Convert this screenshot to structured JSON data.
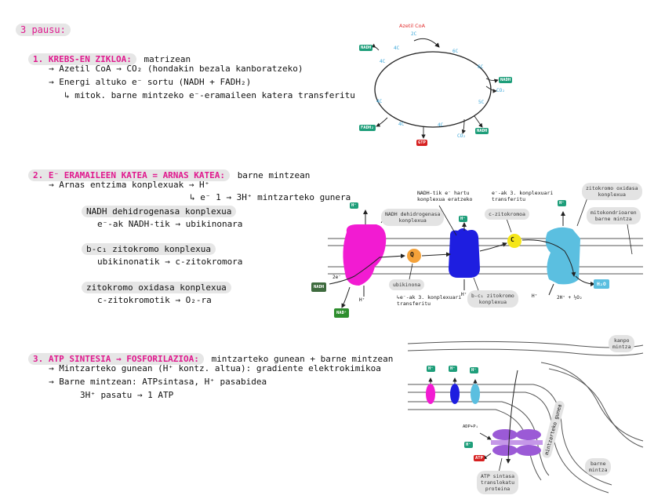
{
  "header": {
    "step": "3 pausu:"
  },
  "s1": {
    "title": "1. KREBS-EN ZIKLOA:",
    "place": "matrizean",
    "l1": "→ Azetil CoA → CO₂ (hondakin bezala kanboratzeko)",
    "l2": "→ Energi altuko e⁻ sortu (NADH + FADH₂)",
    "l3": "↳ mitok. barne mintzeko e⁻-eramaileen katera transferitu"
  },
  "krebs": {
    "title": "Azetil CoA",
    "c2": "2C",
    "c4a": "4C",
    "c6a": "6C",
    "c6b": "6C",
    "c5": "5C",
    "c4b": "4C",
    "c4c": "4C",
    "c4d": "4C",
    "c4e": "4C",
    "nadh": "NADH",
    "fadh": "FADH₂",
    "gtp": "GTP",
    "co2": "CO₂"
  },
  "s2": {
    "title": "2. E⁻ ERAMAILEEN KATEA = ARNAS KATEA:",
    "place": "barne mintzean",
    "l1": "→ Arnas entzima konplexuak → H⁺",
    "l2": "↳ e⁻ 1 → 3H⁺ mintzarteko gunera",
    "b1h": "NADH dehidrogenasa konplexua",
    "b1t": "e⁻-ak NADH-tik → ubikinonara",
    "b2h": "b-c₁ zitokromo konplexua",
    "b2t": "ubikinonatik → c-zitokromora",
    "b3h": "zitokromo oxidasa konplexua",
    "b3t": "c-zitokromotik → O₂-ra"
  },
  "etc": {
    "hplus": "H⁺",
    "nadh": "NADH",
    "nad": "NAD⁺",
    "q": "Q",
    "c": "C",
    "h2o": "H₂O",
    "two_e": "2e⁻",
    "reaction": "2H⁺ + ½O₂",
    "lbl_nadh_dh": "NADH dehidrogenasa\nkonplexua",
    "lbl_nadh_tik": "NADH-tik e⁻ hartu\nkonplexua eratzeko",
    "lbl_e3": "e⁻-ak 3. konplexuari\ntransferitu",
    "lbl_czito": "c-zitokromoa",
    "lbl_zito_ox": "zitokromo oxidasa\nkonplexua",
    "lbl_mito": "mitokondrioaren\nbarne mintza",
    "lbl_ubi": "ubikinona",
    "lbl_ubi_sub": "↳e⁻-ak 3. konplexuari\ntransferitu",
    "lbl_bc1": "b-c₁ zitokromo\nkonplexua"
  },
  "s3": {
    "title": "3. ATP SINTESIA → FOSFORILAZIOA:",
    "place": "mintzarteko gunean + barne mintzean",
    "l1": "→ Mintzarteko gunean (H⁺ kontz. altua): gradiente elektrokimikoa",
    "l2": "→ Barne mintzean: ATPsintasa, H⁺ pasabidea",
    "l3": "3H⁺ pasatu → 1 ATP"
  },
  "atp": {
    "hplus": "H⁺",
    "adp": "ADP+Pᵢ",
    "atp": "ATP",
    "lbl_kanpo": "kanpo\nmintza",
    "lbl_gunea": "mintzarteko gunea",
    "lbl_barne": "barne\nmintza",
    "lbl_sintasa": "ATP sintasa\ntranslokatu\nproteina"
  }
}
